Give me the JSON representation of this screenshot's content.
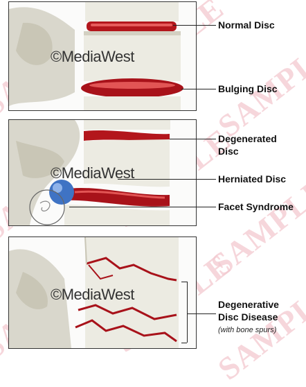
{
  "watermark": "SAMPLE",
  "copyright": "©MediaWest",
  "labels": {
    "normal": "Normal Disc",
    "bulging": "Bulging Disc",
    "degenerated_1": "Degenerated",
    "degenerated_2": "Disc",
    "herniated": "Herniated Disc",
    "facet": "Facet Syndrome",
    "ddd_1": "Degenerative",
    "ddd_2": "Disc Disease",
    "ddd_sub": "(with bone spurs)"
  },
  "colors": {
    "disc": "#b3161c",
    "bone": "#ecebe2",
    "bone_dark": "#c9c6b6",
    "herniation": "#3f73c4",
    "watermark": "#f3c9cf"
  }
}
